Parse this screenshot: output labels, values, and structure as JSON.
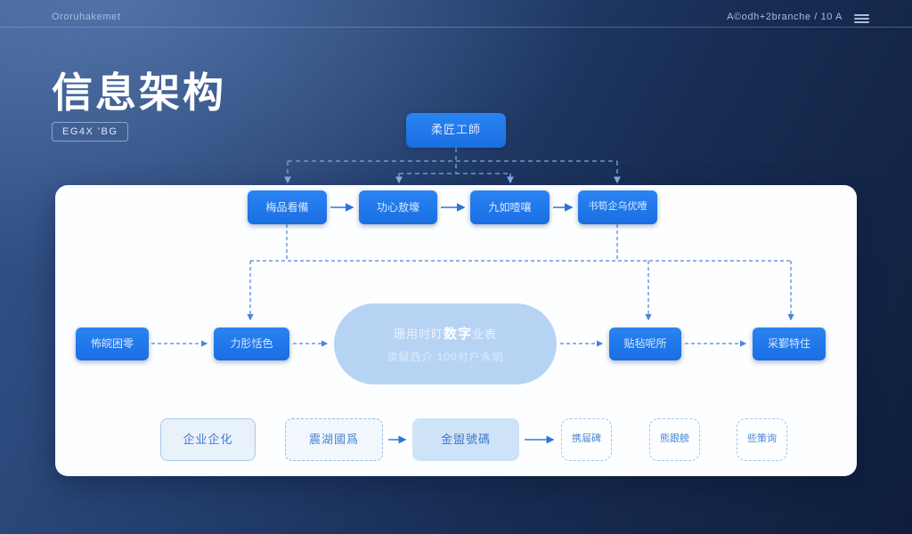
{
  "header": {
    "left": "Ororuhakemet",
    "right": "A©odh+2branche / 10 A"
  },
  "icons": {
    "menu": "hamburger-menu-icon"
  },
  "title": {
    "text": "信息架构",
    "badge": "EG4X 'BG"
  },
  "colors": {
    "accent_blue": "#1a73e8",
    "node_text": "#d9e8ff",
    "card_background": "#fdfeff",
    "pill_fill": "#b7d3f4",
    "connector_dark": "#7da6e8",
    "connector_card": "#4d84d8",
    "background_top": "#35568c",
    "background_bottom": "#0f1e3c"
  },
  "diagram": {
    "root": {
      "label": "柔匠工師"
    },
    "row2": [
      {
        "label": "梅品看備"
      },
      {
        "label": "功心敖壕"
      },
      {
        "label": "九如噎嚷"
      },
      {
        "label": "书笱企乌优噎"
      }
    ],
    "mid": {
      "left": [
        {
          "label": "怖皖困零"
        },
        {
          "label": "力肜恬色"
        }
      ],
      "center": {
        "line1_prefix": "珊用时盯",
        "line1_em": "数字",
        "line1_suffix": "业表",
        "line2": "诶觮西介  100对户永眀"
      },
      "right": [
        {
          "label": "贴毡呢所"
        },
        {
          "label": "采鄞特住"
        }
      ]
    },
    "bottom": [
      {
        "label": "企业企化"
      },
      {
        "label": "震湖國爲"
      },
      {
        "label": "金盥號碼"
      },
      {
        "label": "携屇碑"
      },
      {
        "label": "熊跟艕"
      },
      {
        "label": "些策询"
      }
    ]
  }
}
